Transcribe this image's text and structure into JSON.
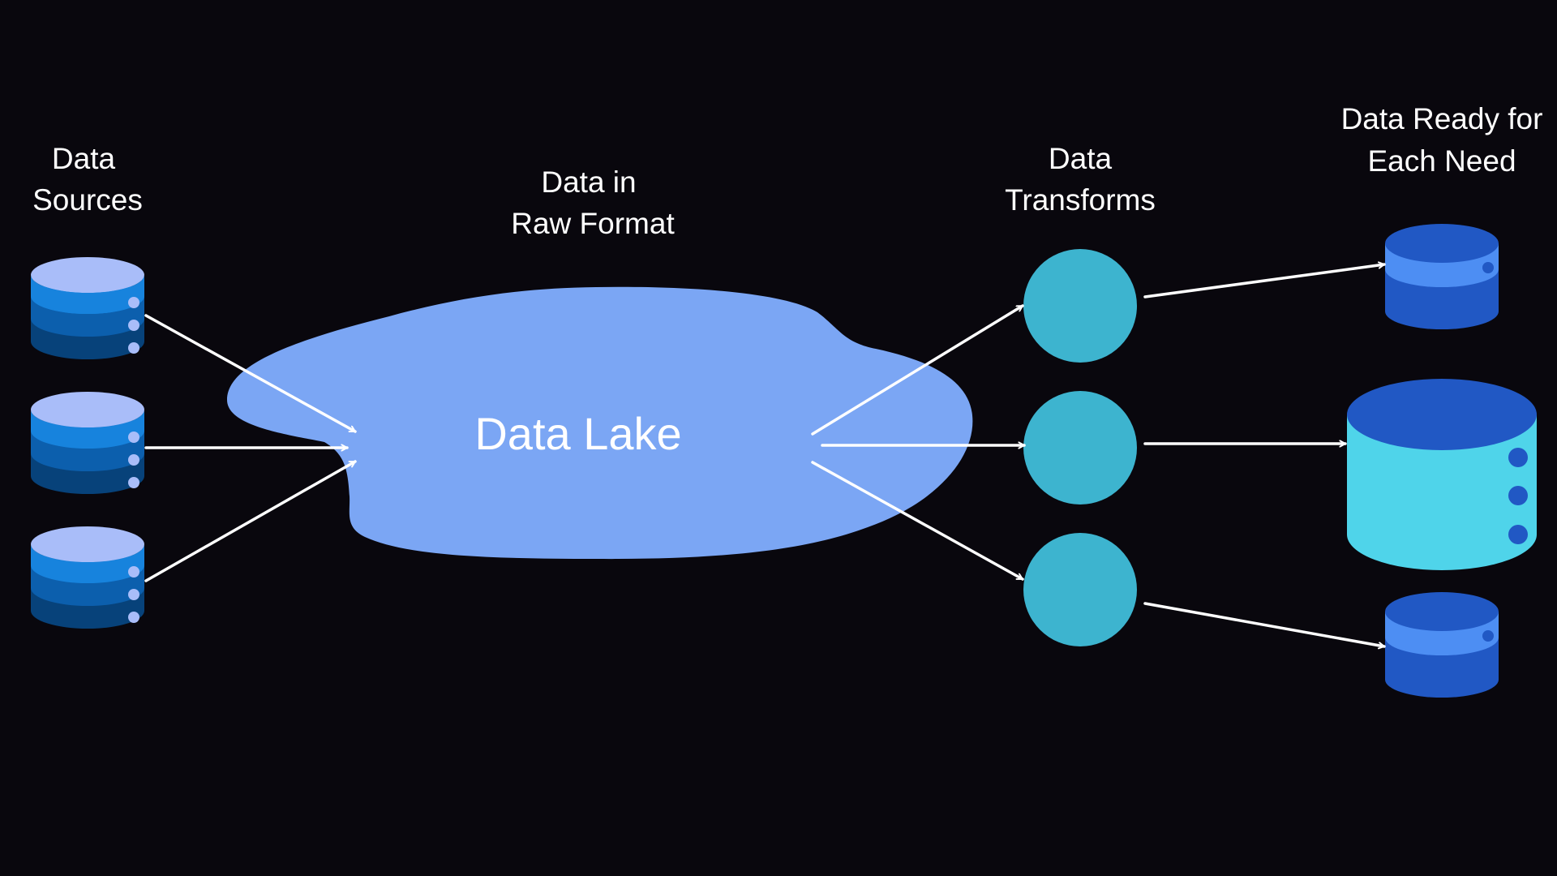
{
  "labels": {
    "sources_line1": "Data",
    "sources_line2": "Sources",
    "raw_line1": "Data in",
    "raw_line2": "Raw Format",
    "transforms_line1": "Data",
    "transforms_line2": "Transforms",
    "ready_line1": "Data Ready for",
    "ready_line2": "Each Need",
    "lake": "Data Lake"
  },
  "colors": {
    "background": "#09070d",
    "lake": "#7ba6f4",
    "transform_node": "#3db4cf",
    "source_top": "#a9bdf9",
    "source_band1": "#1783dd",
    "source_band2": "#0c5fad",
    "source_band3": "#07427a",
    "target_top": "#2158c4",
    "target_band": "#4d8ef3",
    "large_target_body": "#4fd4ea",
    "arrow": "#ffffff"
  },
  "nodes": {
    "sources": [
      "source-database-1",
      "source-database-2",
      "source-database-3"
    ],
    "transforms": [
      "transform-1",
      "transform-2",
      "transform-3"
    ],
    "targets": [
      "target-database-small-top",
      "target-database-large",
      "target-database-small-bottom"
    ]
  }
}
